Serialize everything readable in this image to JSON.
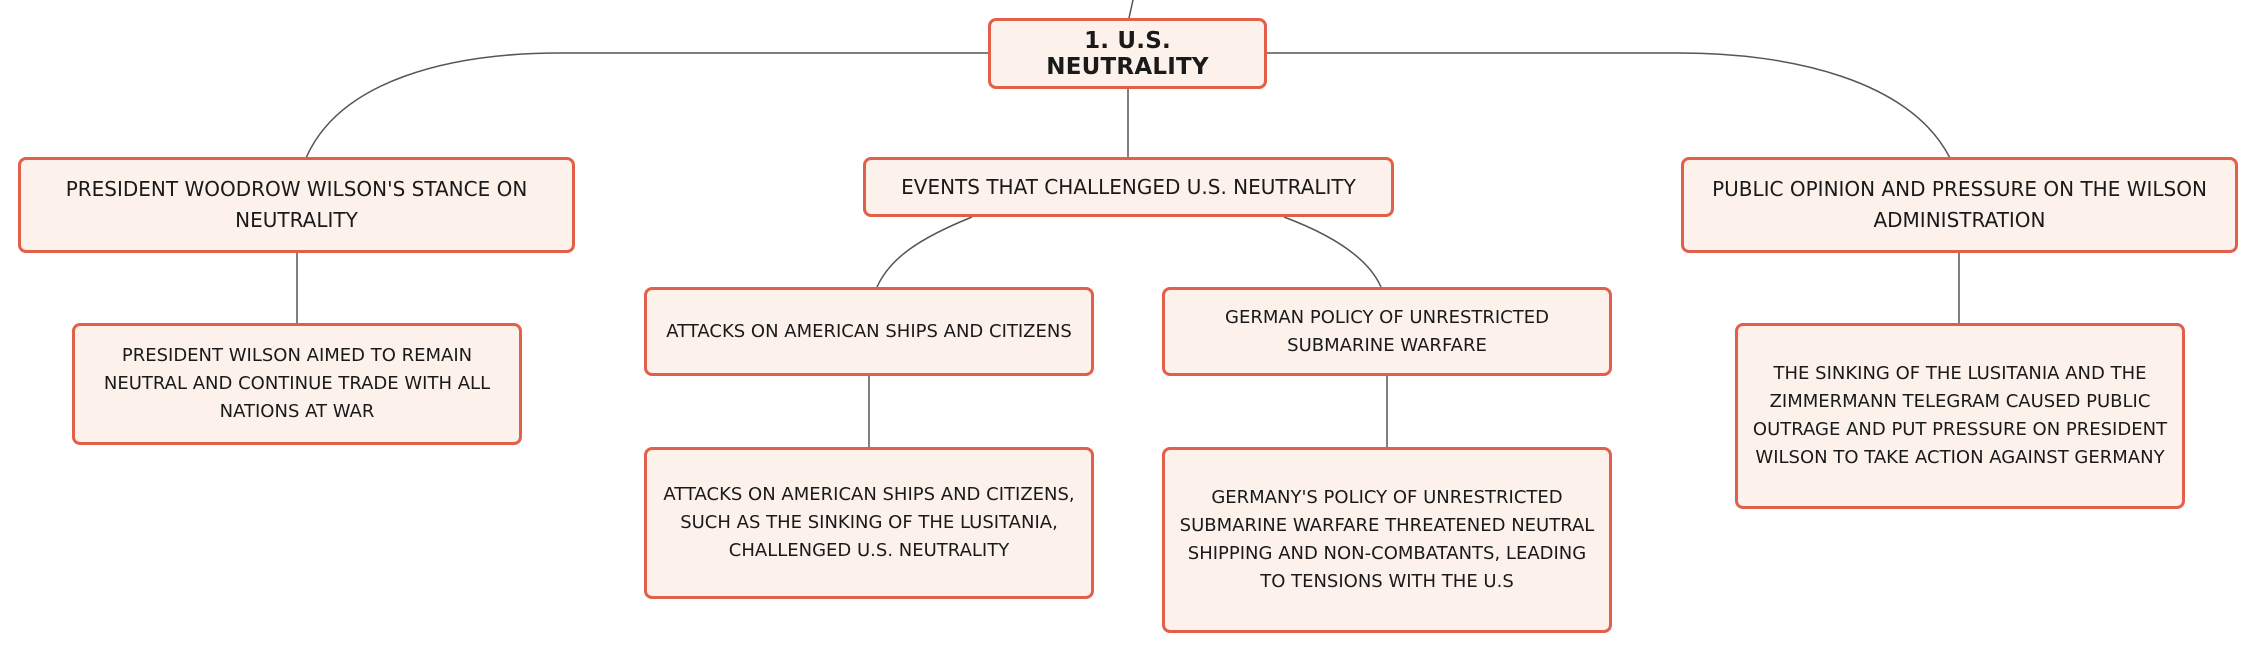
{
  "root": {
    "label": "1. U.S. NEUTRALITY"
  },
  "branches": [
    {
      "label": "PRESIDENT WOODROW WILSON'S STANCE ON NEUTRALITY",
      "details": [
        {
          "label": "PRESIDENT WILSON AIMED TO REMAIN NEUTRAL AND CONTINUE TRADE WITH ALL NATIONS AT WAR"
        }
      ]
    },
    {
      "label": "EVENTS THAT CHALLENGED U.S. NEUTRALITY",
      "children": [
        {
          "label": "ATTACKS ON AMERICAN SHIPS AND CITIZENS",
          "details": [
            {
              "label": "ATTACKS ON AMERICAN SHIPS AND CITIZENS, SUCH AS THE SINKING OF THE LUSITANIA, CHALLENGED U.S. NEUTRALITY"
            }
          ]
        },
        {
          "label": "GERMAN POLICY OF UNRESTRICTED SUBMARINE WARFARE",
          "details": [
            {
              "label": "GERMANY'S POLICY OF UNRESTRICTED SUBMARINE WARFARE THREATENED NEUTRAL SHIPPING AND NON-COMBATANTS, LEADING TO TENSIONS WITH THE U.S"
            }
          ]
        }
      ]
    },
    {
      "label": "PUBLIC OPINION AND PRESSURE ON THE WILSON ADMINISTRATION",
      "details": [
        {
          "label": "THE SINKING OF THE LUSITANIA AND THE ZIMMERMANN TELEGRAM CAUSED PUBLIC OUTRAGE AND PUT PRESSURE ON PRESIDENT WILSON TO TAKE ACTION AGAINST GERMANY"
        }
      ]
    }
  ],
  "colors": {
    "node_border": "#e2604a",
    "node_fill": "#fdf1ec",
    "connector": "#555555",
    "text": "#1a1a1a"
  }
}
